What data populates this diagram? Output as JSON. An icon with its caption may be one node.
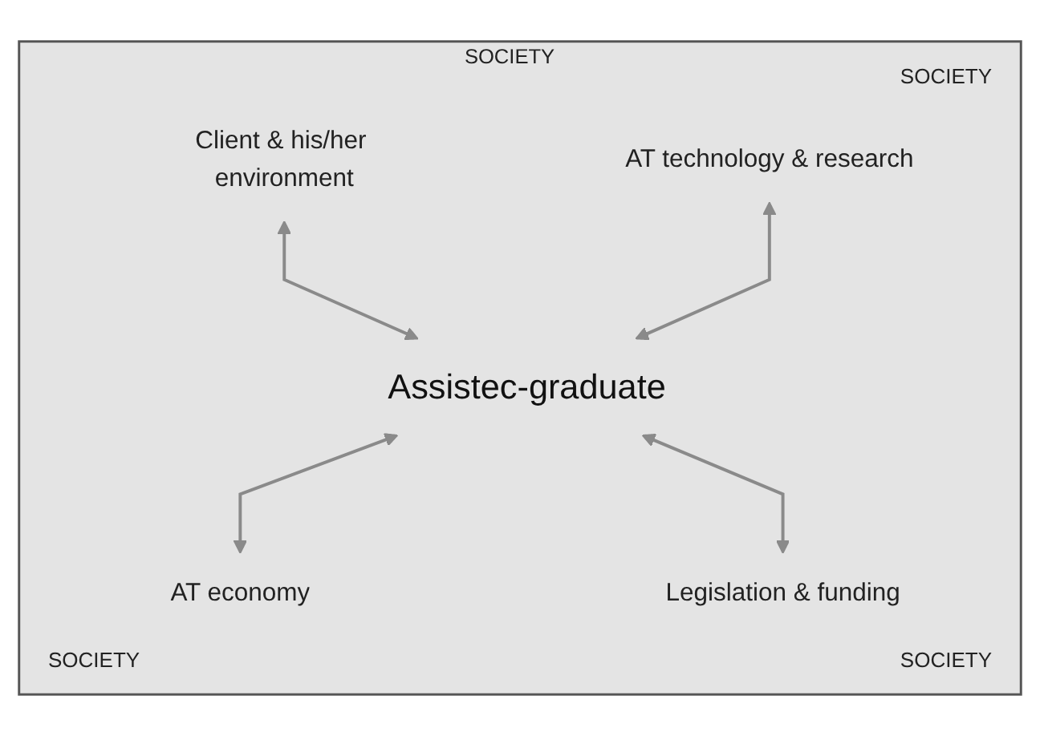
{
  "diagram": {
    "nodes": [
      {
        "text": [
          "SOCIETY"
        ]
      },
      {
        "text": [
          "Client & his/her environment"
        ],
        "in": 0
      },
      {
        "text": [
          "AT technology & research"
        ],
        "in": 0
      },
      {
        "text": [
          "Assistec-graduate"
        ],
        "in": 0
      },
      {
        "text": [
          "AT economy"
        ],
        "in": 0
      },
      {
        "text": [
          "Legislation & funding"
        ],
        "in": 0
      }
    ],
    "edges": [
      {
        "from": 1,
        "to": 3,
        "arrow": "both"
      },
      {
        "from": 2,
        "to": 3,
        "arrow": "both"
      },
      {
        "from": 3,
        "to": 4,
        "arrow": "both"
      },
      {
        "from": 3,
        "to": 5,
        "arrow": "both"
      }
    ],
    "labels": [
      "SOCIETY",
      "SOCIETY",
      "SOCIETY"
    ]
  }
}
